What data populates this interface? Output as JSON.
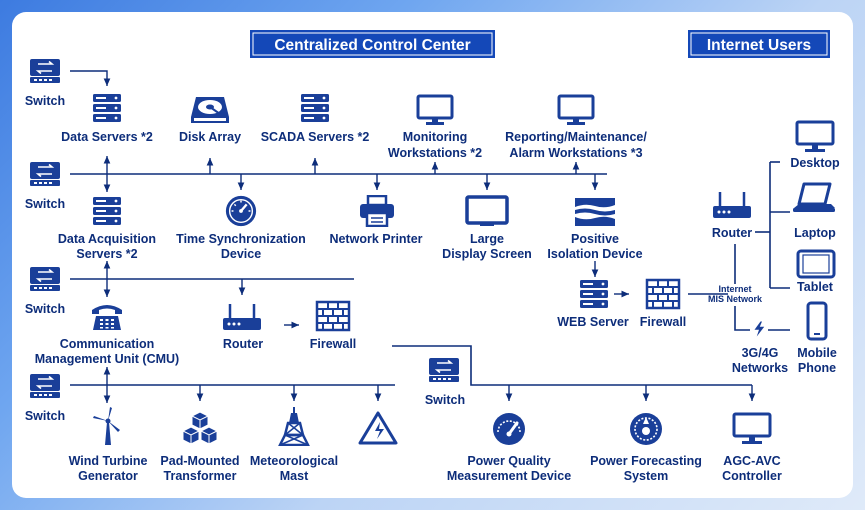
{
  "headers": {
    "control_center": "Centralized Control Center",
    "internet_users": "Internet Users"
  },
  "labels": {
    "switch": "Switch",
    "data_servers": "Data Servers *2",
    "disk_array": "Disk Array",
    "scada_servers": "SCADA Servers *2",
    "monitoring_1": "Monitoring",
    "monitoring_2": "Workstations *2",
    "reporting_1": "Reporting/Maintenance/",
    "reporting_2": "Alarm Workstations *3",
    "daq_1": "Data Acquisition",
    "daq_2": "Servers *2",
    "time_sync_1": "Time Synchronization",
    "time_sync_2": "Device",
    "network_printer": "Network Printer",
    "large_display_1": "Large",
    "large_display_2": "Display Screen",
    "positive_iso_1": "Positive",
    "positive_iso_2": "Isolation Device",
    "cmu_1": "Communication",
    "cmu_2": "Management Unit (CMU)",
    "router": "Router",
    "firewall": "Firewall",
    "web_server": "WEB Server",
    "wind_1": "Wind Turbine",
    "wind_2": "Generator",
    "pad_1": "Pad-Mounted",
    "pad_2": "Transformer",
    "met_1": "Meteorological",
    "met_2": "Mast",
    "pq_1": "Power Quality",
    "pq_2": "Measurement Device",
    "pf_1": "Power Forecasting",
    "pf_2": "System",
    "agc_1": "AGC-AVC",
    "agc_2": "Controller",
    "desktop": "Desktop",
    "laptop": "Laptop",
    "tablet": "Tablet",
    "mobile_1": "Mobile",
    "mobile_2": "Phone",
    "net_3g4g_1": "3G/4G",
    "net_3g4g_2": "Networks",
    "internet_1": "Internet",
    "internet_2": "MIS Network"
  }
}
